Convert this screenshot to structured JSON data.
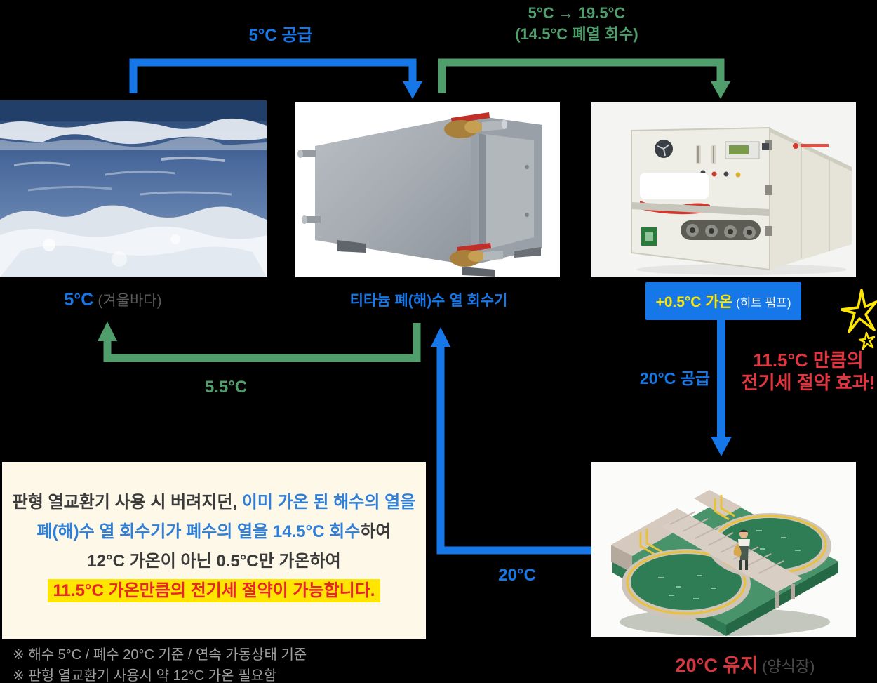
{
  "colors": {
    "background": "#000000",
    "flow_blue": "#1678e8",
    "flow_green": "#4f9e6c",
    "accent_red": "#e23540",
    "highlight_yellow": "#ffe600",
    "info_box_cream": "#fdf8e8",
    "footnote_gray": "#9f9f9f"
  },
  "top": {
    "supply_label": "5°C 공급",
    "recovery_line1": "5°C → 19.5°C",
    "recovery_line2": "(14.5°C 폐열 회수)"
  },
  "nodes": {
    "sea": {
      "temp": "5°C",
      "caption": "(겨울바다)"
    },
    "recovery_unit": {
      "label": "티타늄 폐(해)수 열 회수기"
    },
    "heat_pump": {
      "temp": "+0.5°C 가온",
      "caption": "(히트 펌프)"
    },
    "farm": {
      "temp": "20°C 유지",
      "caption": "(양식장)"
    }
  },
  "flows": {
    "return_temp": "5.5°C",
    "supply_20": "20°C 공급",
    "waste_20": "20°C"
  },
  "savings": {
    "line1": "11.5°C 만큼의",
    "line2": "전기세 절약 효과!"
  },
  "info_box": {
    "line1_part1": "판형 열교환기 사용 시 버려지던, ",
    "line1_part2": "이미 가온 된 해수의 열을",
    "line2_part1": "폐(해)수 열 회수기가 폐수의 열을 14.5°C 회수",
    "line2_part2": "하여",
    "line3": "12°C 가온이 아닌 0.5°C만 가온하여",
    "line4": "11.5°C 가온만큼의 전기세 절약이 가능합니다."
  },
  "footnotes": {
    "note1": "※ 해수 5°C / 폐수 20°C 기준 / 연속 가동상태 기준",
    "note2": "※ 판형 열교환기 사용시 약 12°C 가온 필요함"
  }
}
